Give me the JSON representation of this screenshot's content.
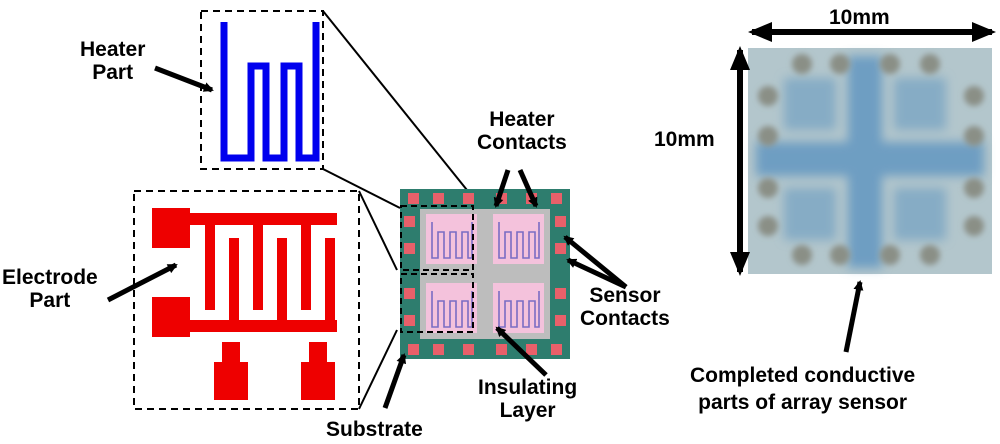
{
  "labels": {
    "heater_part": [
      "Heater",
      "Part"
    ],
    "electrode_part": [
      "Electrode",
      "Part"
    ],
    "heater_contacts": [
      "Heater",
      "Contacts"
    ],
    "sensor_contacts": [
      "Sensor",
      "Contacts"
    ],
    "insulating_layer": [
      "Insulating",
      "Layer"
    ],
    "substrate": "Substrate",
    "width_dimension": "10mm",
    "height_dimension": "10mm",
    "photo_caption": [
      "Completed conductive",
      "parts of array sensor"
    ]
  },
  "colors": {
    "heater": "#0000ee",
    "electrode": "#ee0000",
    "substrate": "#2e7d6e",
    "pad": "#e8606a",
    "insulator": "#bdbdbd",
    "pattern_bg": "#f4c2dc",
    "photo_bg": "#b3c6cc",
    "photo_conductor": "#6e9ec2"
  }
}
